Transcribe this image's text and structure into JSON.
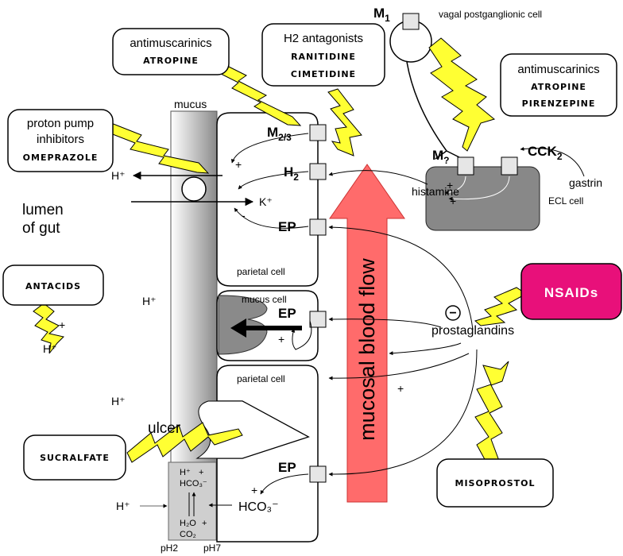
{
  "labels": {
    "mucus_top": "mucus",
    "lumen_line1": "lumen",
    "lumen_line2": "of gut",
    "h_plus": "H⁺",
    "k_plus": "K⁺",
    "plus": "+",
    "minus": "-",
    "ulcer": "ulcer",
    "parietal_cell": "parietal cell",
    "mucus_cell": "mucus cell",
    "ecl_cell": "ECL cell",
    "histamine": "histamine",
    "gastrin": "gastrin",
    "vagal": "vagal postganglionic cell",
    "prostaglandins": "prostaglandins",
    "mucosal_blood_flow": "mucosal blood flow",
    "hco3": "HCO₃⁻",
    "hco3_small": "HCO₃⁻",
    "h2o": "H₂O",
    "co2": "CO₂",
    "ph2": "pH2",
    "ph7": "pH7",
    "inhibit_symbol": "−"
  },
  "receptors": {
    "m23_main": "M",
    "m23_sub": "2/3",
    "h2_main": "H",
    "h2_sub": "2",
    "ep": "EP",
    "m1_main": "M",
    "m1_sub": "1",
    "mq_main": "M",
    "mq_sub": "?",
    "cck2_main": "CCK",
    "cck2_sub": "2"
  },
  "drugs": {
    "antimuscarinics_left": {
      "title": "antimuscarinics",
      "items": [
        "atropine"
      ]
    },
    "h2_antagonists": {
      "title": "H2 antagonists",
      "items": [
        "ranitidine",
        "cimetidine"
      ]
    },
    "antimuscarinics_right": {
      "title": "antimuscarinics",
      "items": [
        "atropine",
        "pirenzepine"
      ]
    },
    "ppi": {
      "title_lines": [
        "proton pump",
        "inhibitors"
      ],
      "items": [
        "omeprazole"
      ]
    },
    "antacids": {
      "items": [
        "antacids"
      ]
    },
    "nsaids": {
      "label": "NSAIDs"
    },
    "sucralfate": {
      "items": [
        "sucralfate"
      ]
    },
    "misoprostol": {
      "items": [
        "misoprostol"
      ]
    }
  },
  "colors": {
    "bolt": "#ffff33",
    "ecl_cell": "#888888",
    "mucus_cell_body": "#8a8a8a",
    "blood_arrow": "#ff6b6b",
    "nsaids": "#e8107a",
    "mucus_layer": "#bdbdbd",
    "bicarb_zone": "#cfcfcf"
  }
}
